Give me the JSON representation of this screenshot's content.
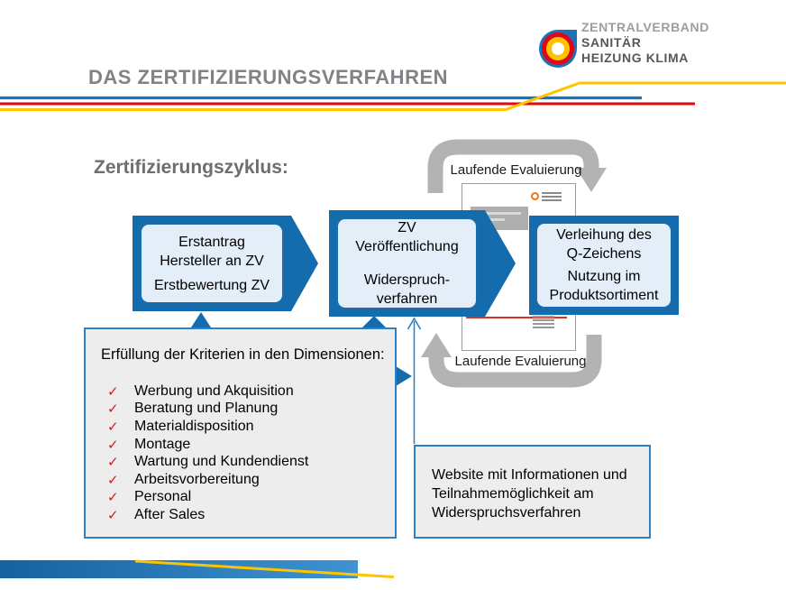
{
  "logo": {
    "line1": "ZENTRALVERBAND",
    "line2": "SANITÄR",
    "line3": "HEIZUNG KLIMA"
  },
  "title": "DAS ZERTIFIZIERUNGSVERFAHREN",
  "cycle": {
    "heading": "Zertifizierungszyklus:",
    "top_label": "Laufende Evaluierung",
    "bottom_label": "Laufende Evaluierung",
    "boxes": [
      {
        "p1": [
          "Erstantrag",
          "Hersteller an ZV"
        ],
        "p2": [
          "Erstbewertung ZV"
        ]
      },
      {
        "p1": [
          "ZV",
          "Veröffentlichung"
        ],
        "p2": [
          "Widerspruch-",
          "verfahren"
        ]
      },
      {
        "p1": [
          "Verleihung des",
          "Q-Zeichens"
        ],
        "p2": [
          "Nutzung im",
          "Produktsortiment"
        ]
      }
    ]
  },
  "criteria": {
    "title": "Erfüllung der Kriterien in den Dimensionen:",
    "check": "✓",
    "items": [
      "Werbung und Akquisition",
      "Beratung und Planung",
      "Materialdisposition",
      "Montage",
      "Wartung und Kundendienst",
      "Arbeitsvorbereitung",
      "Personal",
      "After Sales"
    ]
  },
  "website": {
    "lines": [
      "Website mit Informationen und",
      "Teilnahmemöglichkeit am",
      "Widerspruchsverfahren"
    ]
  },
  "colors": {
    "box_blue": "#146cad",
    "light_blue_fill": "#e4eef8",
    "line_blue": "#1e73b8",
    "line_red": "#e30613",
    "line_yellow": "#fdc400",
    "arrow_gray": "#b3b3b3",
    "check_red": "#d61420",
    "title_gray": "#808285"
  }
}
